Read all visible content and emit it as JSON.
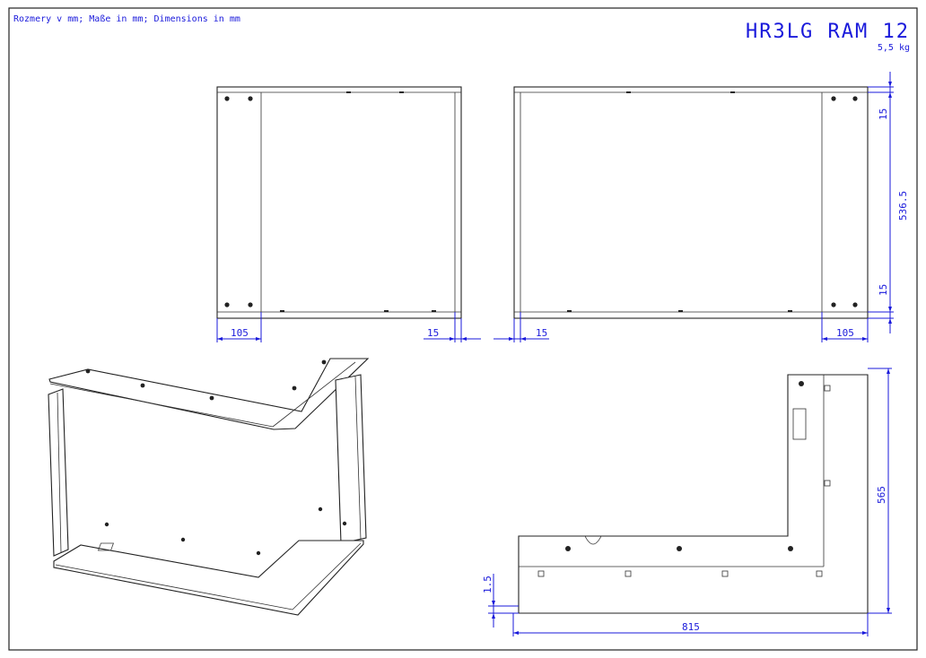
{
  "header": {
    "units_note": "Rozmery v mm; Maße in mm; Dimensions in mm",
    "title": "HR3LG RAM 12",
    "weight": "5,5 kg"
  },
  "dimensions": {
    "front_left_width": "105",
    "front_right_flange": "15",
    "side_left_flange": "15",
    "side_right_width": "105",
    "height_top_flange": "15",
    "height_middle": "536.5",
    "height_bottom_flange": "15",
    "plan_depth": "565",
    "plan_width": "815",
    "plan_thickness": "1.5"
  },
  "colors": {
    "dimension": "#1a1adb",
    "line": "#222222"
  }
}
